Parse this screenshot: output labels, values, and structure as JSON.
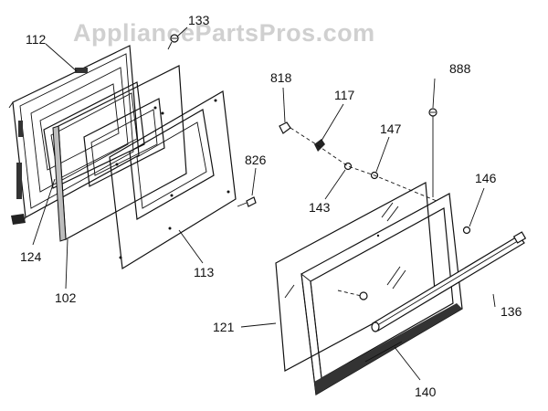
{
  "watermark": "AppliancePartsPros.com",
  "part_labels": {
    "p112": "112",
    "p133": "133",
    "p818": "818",
    "p888": "888",
    "p117": "117",
    "p147": "147",
    "p826": "826",
    "p146": "146",
    "p143": "143",
    "p124": "124",
    "p102": "102",
    "p113": "113",
    "p121": "121",
    "p136": "136",
    "p140": "140"
  }
}
